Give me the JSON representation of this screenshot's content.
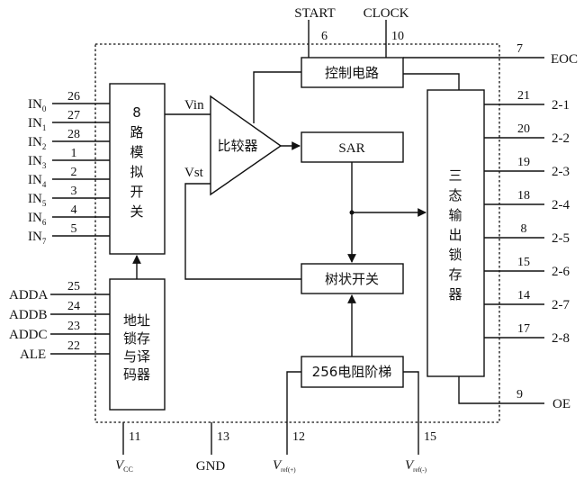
{
  "left_pins": [
    {
      "name": "IN",
      "sub": "0",
      "num": "26"
    },
    {
      "name": "IN",
      "sub": "1",
      "num": "27"
    },
    {
      "name": "IN",
      "sub": "2",
      "num": "28"
    },
    {
      "name": "IN",
      "sub": "3",
      "num": "1"
    },
    {
      "name": "IN",
      "sub": "4",
      "num": "2"
    },
    {
      "name": "IN",
      "sub": "5",
      "num": "3"
    },
    {
      "name": "IN",
      "sub": "6",
      "num": "4"
    },
    {
      "name": "IN",
      "sub": "7",
      "num": "5"
    }
  ],
  "addr_pins": [
    {
      "name": "ADDA",
      "num": "25"
    },
    {
      "name": "ADDB",
      "num": "24"
    },
    {
      "name": "ADDC",
      "num": "23"
    },
    {
      "name": "ALE",
      "num": "22"
    }
  ],
  "top_pins": [
    {
      "name": "START",
      "num": "6"
    },
    {
      "name": "CLOCK",
      "num": "10"
    }
  ],
  "eoc_pin": {
    "name": "EOC",
    "num": "7"
  },
  "oe_pin": {
    "name": "OE",
    "num": "9"
  },
  "right_pins": [
    {
      "name": "2-1",
      "num": "21"
    },
    {
      "name": "2-2",
      "num": "20"
    },
    {
      "name": "2-3",
      "num": "19"
    },
    {
      "name": "2-4",
      "num": "18"
    },
    {
      "name": "2-5",
      "num": "8"
    },
    {
      "name": "2-6",
      "num": "15"
    },
    {
      "name": "2-7",
      "num": "14"
    },
    {
      "name": "2-8",
      "num": "17"
    }
  ],
  "bottom_pins": [
    {
      "name": "V",
      "sub": "CC",
      "num": "11"
    },
    {
      "name": "GND",
      "sub": "",
      "num": "13"
    },
    {
      "name": "V",
      "sub": "ref(+)",
      "num": "12"
    },
    {
      "name": "V",
      "sub": "ref(-)",
      "num": "15"
    }
  ],
  "blocks": {
    "mux": [
      "8",
      "路",
      "模",
      "拟",
      "开",
      "关"
    ],
    "addr_latch": [
      "地址",
      "锁存",
      "与译",
      "码器"
    ],
    "control": "控制电路",
    "comparator": "比较器",
    "sar": "SAR",
    "tree_switch": "树状开关",
    "ladder": "256电阻阶梯",
    "tristate": [
      "三",
      "态",
      "输",
      "出",
      "锁",
      "存",
      "器"
    ]
  },
  "signals": {
    "vin": "Vin",
    "vst": "Vst"
  }
}
